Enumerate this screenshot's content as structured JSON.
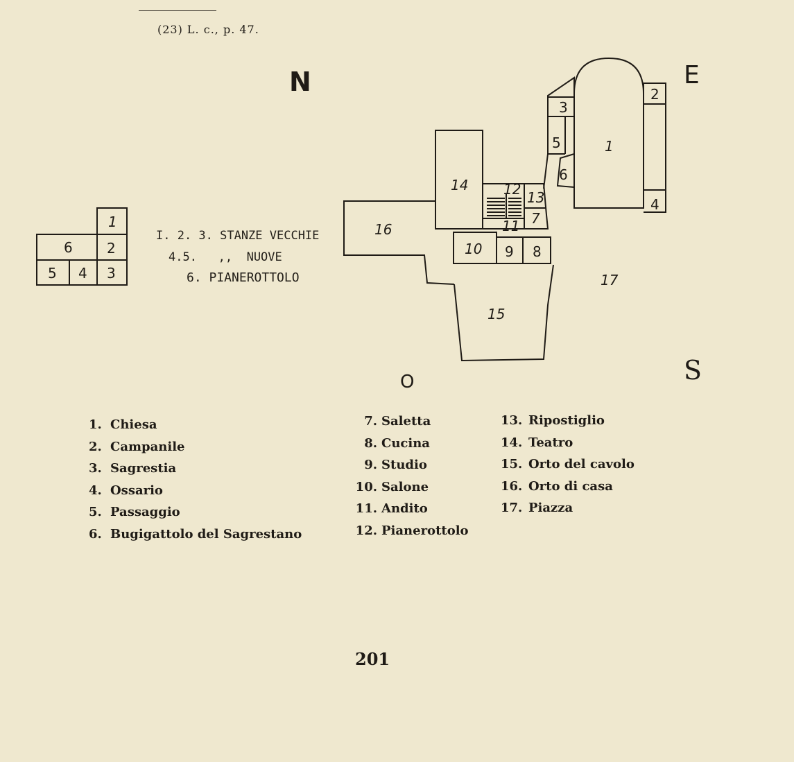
{
  "footnote": "(23) L. c., p. 47.",
  "page_number": "201",
  "compass": {
    "north": "N",
    "east": "E",
    "south": "S",
    "west": "O"
  },
  "small_plan": {
    "labels": [
      "1",
      "2",
      "3",
      "4",
      "5",
      "6"
    ],
    "caption_line1": "I. 2. 3. STANZE VECCHIE",
    "caption_line2": "4.5.   ,,  NUOVE",
    "caption_line3": "6. PIANEROTTOLO"
  },
  "main_plan": {
    "labels": [
      "1",
      "2",
      "3",
      "4",
      "5",
      "6",
      "7",
      "8",
      "9",
      "10",
      "11",
      "12",
      "13",
      "14",
      "15",
      "16",
      "17"
    ]
  },
  "legend": {
    "col1": [
      {
        "num": "1.",
        "name": "Chiesa"
      },
      {
        "num": "2.",
        "name": "Campanile"
      },
      {
        "num": "3.",
        "name": "Sagrestia"
      },
      {
        "num": "4.",
        "name": "Ossario"
      },
      {
        "num": "5.",
        "name": "Passaggio"
      },
      {
        "num": "6.",
        "name": "Bugigattolo del Sagrestano"
      }
    ],
    "col2": [
      {
        "num": "7.",
        "name": "Saletta"
      },
      {
        "num": "8.",
        "name": "Cucina"
      },
      {
        "num": "9.",
        "name": "Studio"
      },
      {
        "num": "10.",
        "name": "Salone"
      },
      {
        "num": "11.",
        "name": "Andito"
      },
      {
        "num": "12.",
        "name": "Pianerottolo"
      }
    ],
    "col3": [
      {
        "num": "13.",
        "name": "Ripostiglio"
      },
      {
        "num": "14.",
        "name": "Teatro"
      },
      {
        "num": "15.",
        "name": "Orto del cavolo"
      },
      {
        "num": "16.",
        "name": "Orto di casa"
      },
      {
        "num": "17.",
        "name": "Piazza"
      }
    ]
  }
}
